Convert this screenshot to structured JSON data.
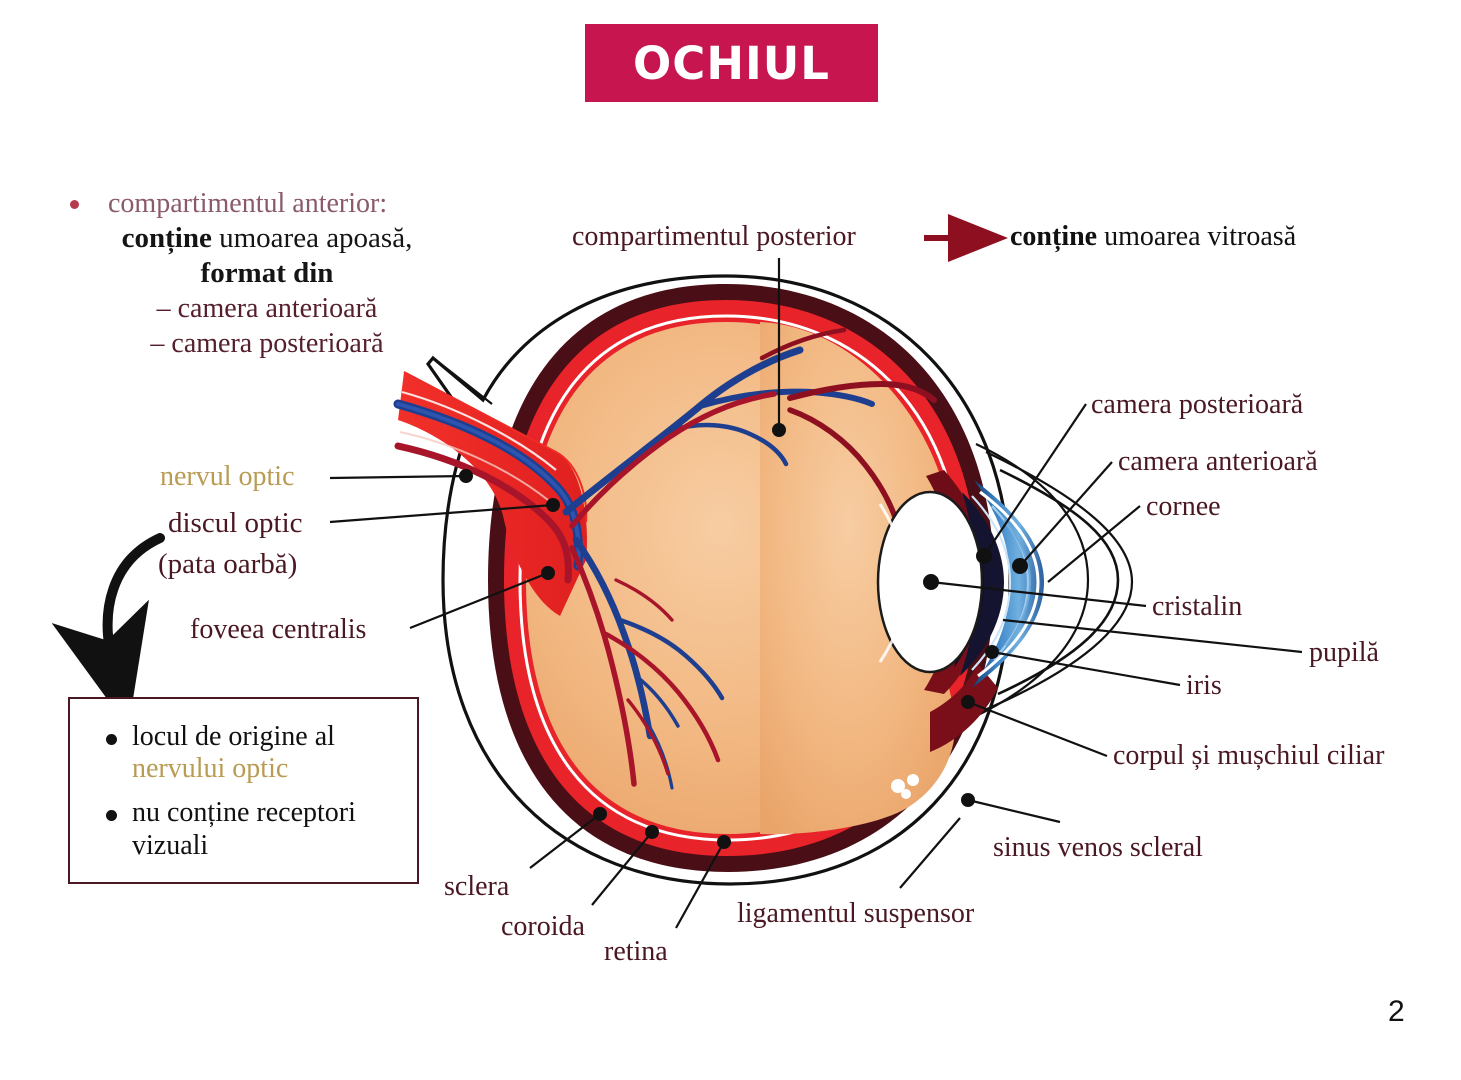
{
  "title": {
    "text": "OCHIUL",
    "bg_color": "#c6154f",
    "text_color": "#ffffff"
  },
  "page_number": "2",
  "left_block": {
    "heading": "compartimentul anterior:",
    "line2_bold": "conține",
    "line2_rest": " umoarea apoasă,",
    "line3": "format din",
    "items": [
      "– camera anterioară",
      "– camera posterioară"
    ]
  },
  "left_labels": {
    "nervul_optic": "nervul optic",
    "discul_optic": "discul optic",
    "pata_oarba": "(pata oarbă)",
    "foveea_centralis": "foveea centralis"
  },
  "info_box": {
    "item1_line1": "locul de origine al",
    "item1_line2": "nervului optic",
    "item2_line1": "nu conține receptori",
    "item2_line2": "vizuali"
  },
  "top_labels": {
    "compartimentul_posterior": "compartimentul posterior",
    "contine_bold": "conține",
    "contine_rest": " umoarea vitroasă"
  },
  "right_labels": {
    "camera_posterioara": "camera posterioară",
    "camera_anterioara": "camera anterioară",
    "cornee": "cornee",
    "cristalin": "cristalin",
    "pupila": "pupilă",
    "iris": "iris",
    "corpul_ciliar": "corpul și mușchiul ciliar",
    "sinus_venos": "sinus venos scleral"
  },
  "bottom_labels": {
    "sclera": "sclera",
    "coroida": "coroida",
    "retina": "retina",
    "ligamentul_suspensor": "ligamentul suspensor"
  },
  "colors": {
    "label_maroon": "#4a1822",
    "label_gold": "#b99b53",
    "label_mauve": "#8a5a6c",
    "arrow_red": "#8e1020",
    "sclera_outline": "#111111",
    "choroid": "#4a0f16",
    "retina_red": "#e8232a",
    "vitreous": "#f2b781",
    "lens_white": "#ffffff",
    "cornea_blue": "#2e6fb7",
    "iris_dark": "#141430",
    "ciliary_body": "#7a0f1a",
    "vein_blue": "#1e3f8f",
    "artery_red": "#a8152a",
    "optic_nerve_red": "#ef2b26"
  }
}
